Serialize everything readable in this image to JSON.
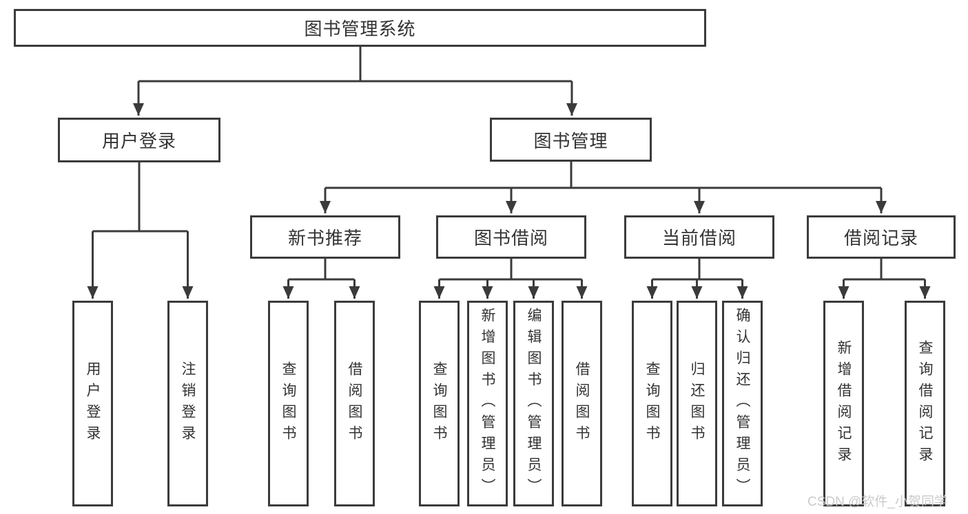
{
  "diagram": {
    "root": {
      "label": "图书管理系统"
    },
    "branches": [
      {
        "label": "用户登录",
        "children": [
          {
            "label": "用户登录"
          },
          {
            "label": "注销登录"
          }
        ]
      },
      {
        "label": "图书管理",
        "children": [
          {
            "label": "新书推荐",
            "children": [
              {
                "label": "查询图书"
              },
              {
                "label": "借阅图书"
              }
            ]
          },
          {
            "label": "图书借阅",
            "children": [
              {
                "label": "查询图书"
              },
              {
                "label": "新增图书（管理员）"
              },
              {
                "label": "编辑图书（管理员）"
              },
              {
                "label": "借阅图书"
              }
            ]
          },
          {
            "label": "当前借阅",
            "children": [
              {
                "label": "查询图书"
              },
              {
                "label": "归还图书"
              },
              {
                "label": "确认归还（管理员）"
              }
            ]
          },
          {
            "label": "借阅记录",
            "children": [
              {
                "label": "新增借阅记录"
              },
              {
                "label": "查询借阅记录"
              }
            ]
          }
        ]
      }
    ],
    "watermark": "CSDN @软件_小贺同学"
  },
  "colors": {
    "line": "#3b3b3b",
    "text": "#333333",
    "watermark": "#c8c8c8",
    "background": "#ffffff"
  }
}
